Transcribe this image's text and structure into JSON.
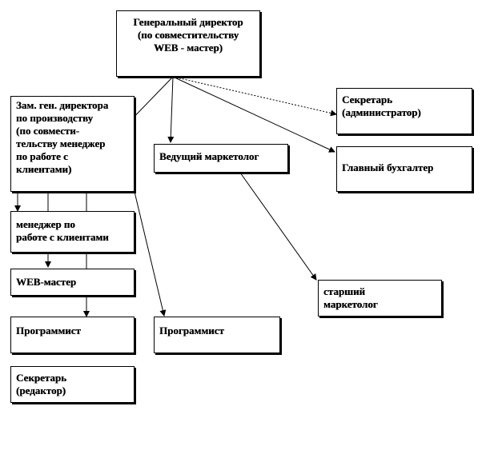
{
  "nodes": {
    "general_director": "Генеральный директор\n(по совместительству\nWEB  - мастер)",
    "deputy_director": "Зам. ген. директора\nпо производству\n(по совмести-\nтельству менеджер\nпо работе с\nклиентами)",
    "lead_marketer": "Ведущий  маркетолог",
    "secretary_admin": "Секретарь\n(администратор)",
    "chief_accountant": "Главный бухгалтер",
    "client_manager": "менеджер по\nработе с клиентами",
    "web_master": "WEB-мастер",
    "programmer_left": "Программист",
    "programmer_mid": "Программист",
    "secretary_editor": "Секретарь\n(редактор)",
    "senior_marketer": "старший\nмаркетолог"
  }
}
